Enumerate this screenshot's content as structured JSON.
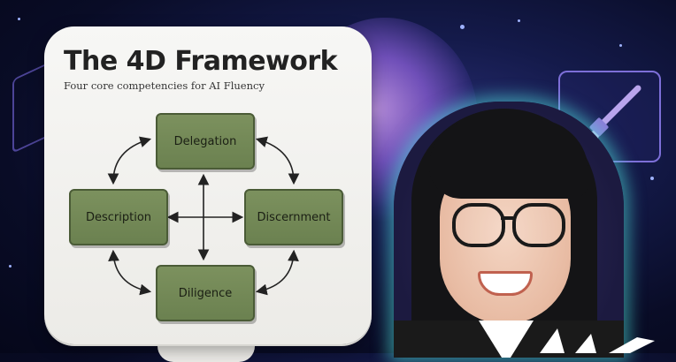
{
  "card": {
    "title": "The 4D Framework",
    "subtitle": "Four core competencies for AI Fluency"
  },
  "framework": {
    "top": "Delegation",
    "left": "Description",
    "right": "Discernment",
    "bottom": "Diligence"
  },
  "colors": {
    "box_fill": "#758a58",
    "portrait_glow": "#50e6dc",
    "background": "#0b0f2e"
  },
  "icons": {
    "tile": "paintbrush-icon"
  }
}
